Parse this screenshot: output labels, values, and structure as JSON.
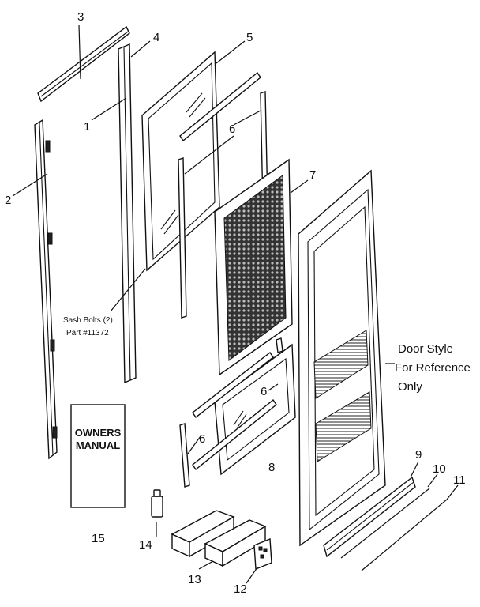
{
  "callouts": {
    "c1": "1",
    "c2": "2",
    "c3": "3",
    "c4": "4",
    "c5": "5",
    "c6a": "6",
    "c6b": "6",
    "c6c": "6",
    "c7": "7",
    "c8": "8",
    "c9": "9",
    "c10": "10",
    "c11": "11",
    "c12": "12",
    "c13": "13",
    "c14": "14",
    "c15": "15"
  },
  "notes": {
    "sash_line1": "Sash Bolts (2)",
    "sash_line2": "Part #11372",
    "ref_line1": "Door Style",
    "ref_line2": "For Reference",
    "ref_line3": "Only"
  },
  "manual": {
    "line1": "OWNERS",
    "line2": "MANUAL"
  }
}
